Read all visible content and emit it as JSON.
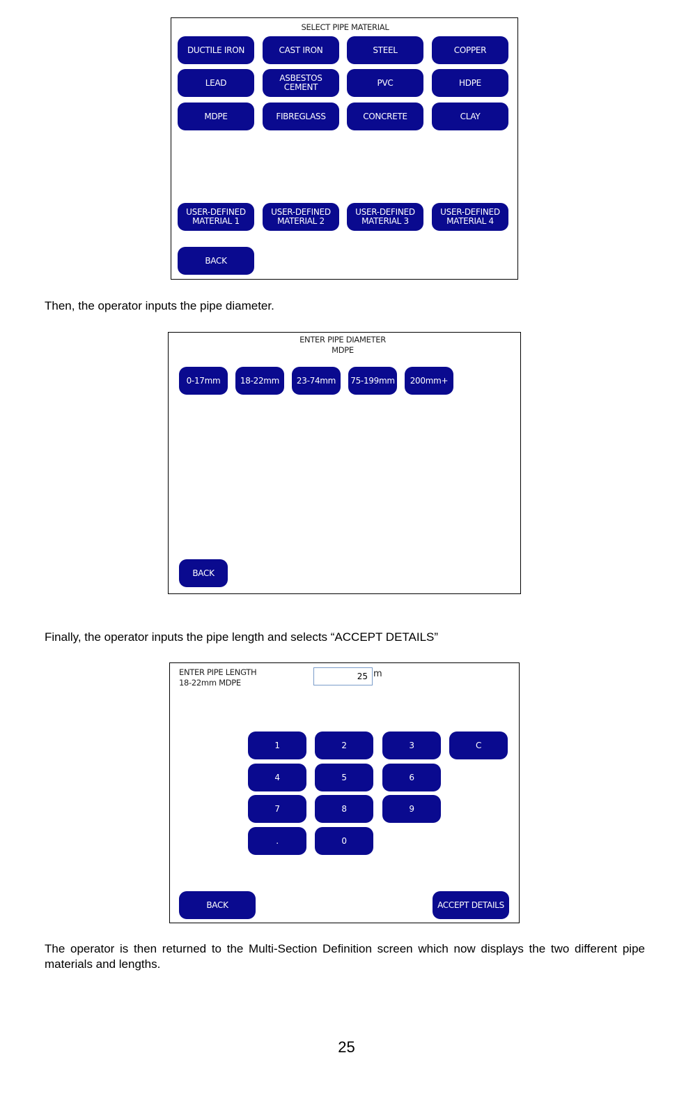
{
  "screen_material": {
    "title": "SELECT PIPE MATERIAL",
    "buttons": [
      "DUCTILE IRON",
      "CAST IRON",
      "STEEL",
      "COPPER",
      "LEAD",
      "ASBESTOS\nCEMENT",
      "PVC",
      "HDPE",
      "MDPE",
      "FIBREGLASS",
      "CONCRETE",
      "CLAY"
    ],
    "user_buttons": [
      "USER-DEFINED\nMATERIAL 1",
      "USER-DEFINED\nMATERIAL 2",
      "USER-DEFINED\nMATERIAL 3",
      "USER-DEFINED\nMATERIAL 4"
    ],
    "back": "BACK"
  },
  "para1": "Then, the operator inputs the pipe diameter.",
  "screen_diameter": {
    "title": "ENTER PIPE DIAMETER",
    "subtitle": "MDPE",
    "buttons": [
      "0-17mm",
      "18-22mm",
      "23-74mm",
      "75-199mm",
      "200mm+"
    ],
    "back": "BACK"
  },
  "para2": "Finally, the operator inputs the pipe length and selects “ACCEPT DETAILS”",
  "screen_length": {
    "title": "ENTER PIPE LENGTH",
    "subtitle": "18-22mm MDPE",
    "value": "25",
    "unit": "m",
    "keys": [
      "1",
      "2",
      "3",
      "C",
      "4",
      "5",
      "6",
      "7",
      "8",
      "9",
      ".",
      "0"
    ],
    "back": "BACK",
    "accept": "ACCEPT DETAILS"
  },
  "para3": "The operator is then returned to the Multi-Section Definition screen which now displays the two different pipe materials and lengths.",
  "page_number": "25"
}
